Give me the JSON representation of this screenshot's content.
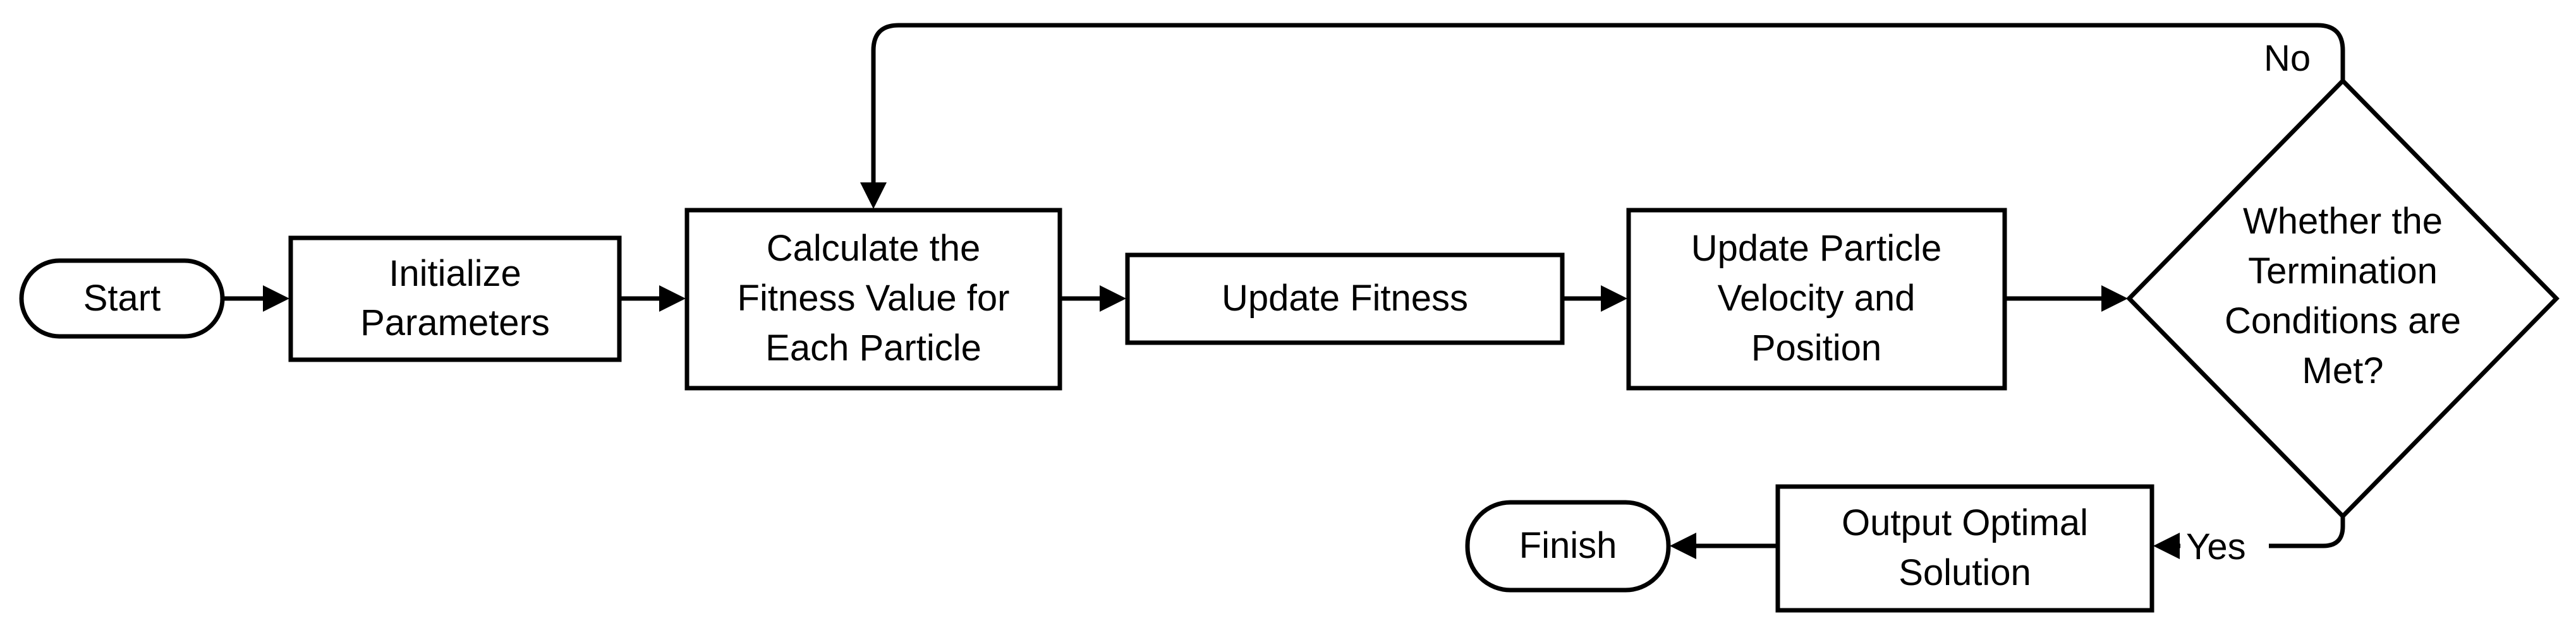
{
  "diagram": {
    "nodes": {
      "start": "Start",
      "init": [
        "Initialize",
        "Parameters"
      ],
      "calc": [
        "Calculate the",
        "Fitness Value for",
        "Each Particle"
      ],
      "update_fitness": "Update Fitness",
      "update_particle": [
        "Update Particle",
        "Velocity and",
        "Position"
      ],
      "decision": [
        "Whether the",
        "Termination",
        "Conditions are",
        "Met?"
      ],
      "output": [
        "Output Optimal",
        "Solution"
      ],
      "finish": "Finish"
    },
    "edges": {
      "no_label": "No",
      "yes_label": "Yes"
    }
  }
}
